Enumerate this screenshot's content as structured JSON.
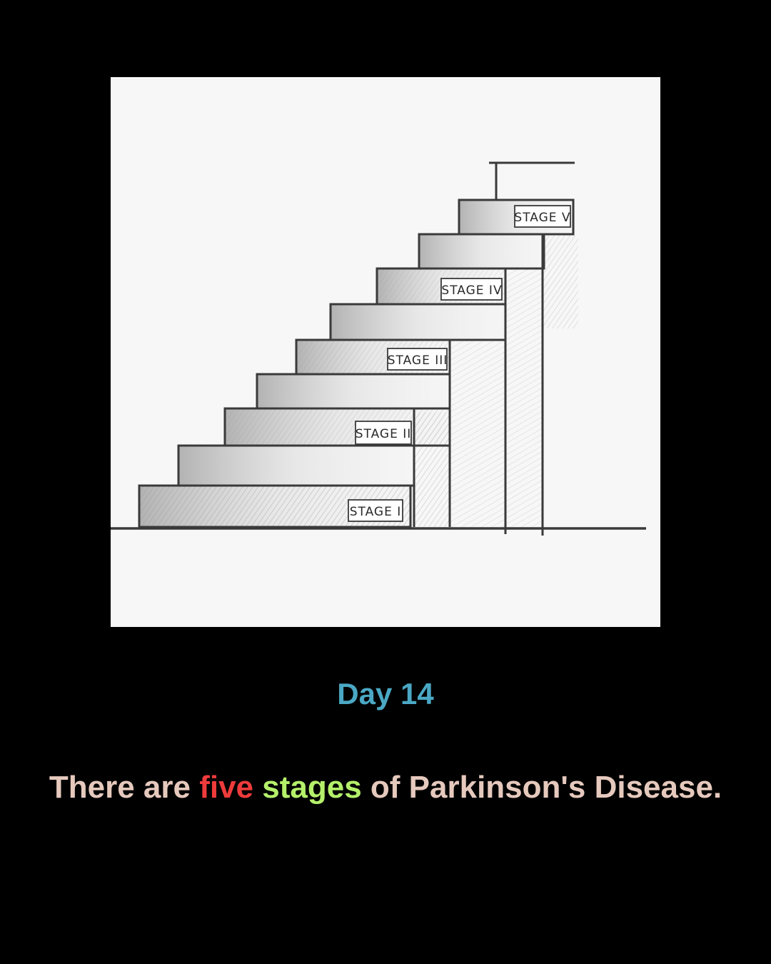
{
  "illustration": {
    "stage_labels": [
      "STAGE I",
      "STAGE II",
      "STAGE III",
      "STAGE IV",
      "STAGE V"
    ]
  },
  "day_title": "Day 14",
  "caption": {
    "part1": "There are ",
    "part2": "five",
    "part3": " ",
    "part4": "stages",
    "part5": " of Parkinson's Disease."
  },
  "colors": {
    "background": "#000000",
    "day_title": "#4aa8c4",
    "caption_text": "#e6c9bd",
    "highlight_five": "#ee3b3b",
    "highlight_stages": "#b4f06a"
  }
}
